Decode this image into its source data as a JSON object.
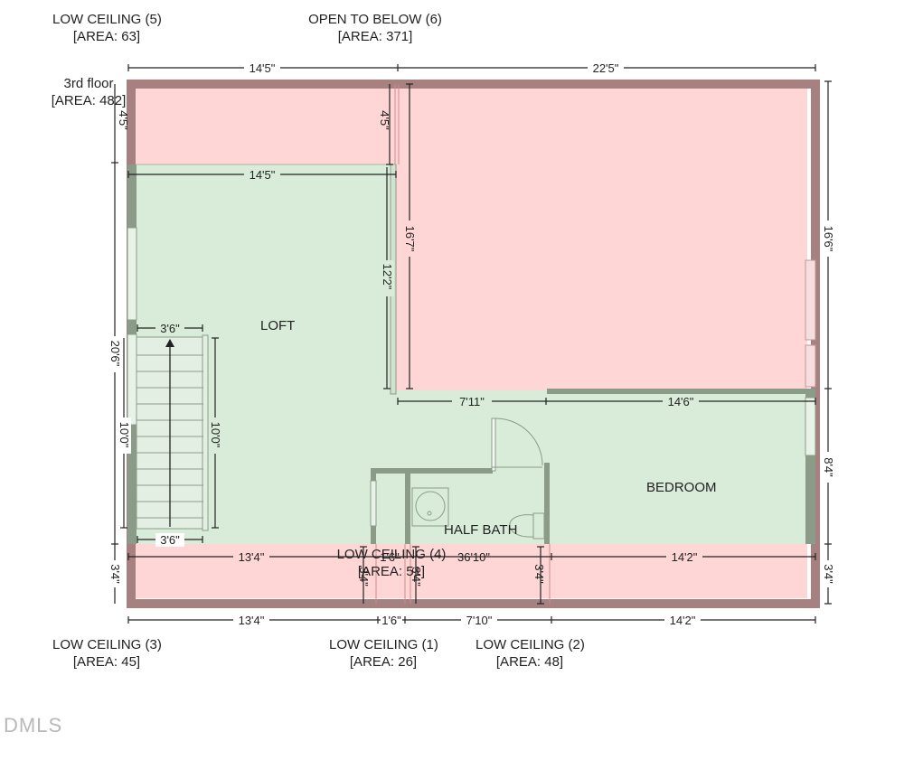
{
  "labels": {
    "low_ceiling_5": {
      "title": "LOW CEILING (5)",
      "area": "[AREA: 63]"
    },
    "open_below": {
      "title": "OPEN TO BELOW (6)",
      "area": "[AREA: 371]"
    },
    "third_floor": {
      "title": "3rd floor",
      "area": "[AREA: 482]"
    },
    "low_ceiling_3": {
      "title": "LOW CEILING (3)",
      "area": "[AREA: 45]"
    },
    "low_ceiling_1": {
      "title": "LOW CEILING (1)",
      "area": "[AREA: 26]"
    },
    "low_ceiling_2": {
      "title": "LOW CEILING (2)",
      "area": "[AREA: 48]"
    },
    "low_ceiling_4": {
      "title": "LOW CEILING (4)",
      "area": "[AREA: 51]"
    }
  },
  "rooms": {
    "loft": "LOFT",
    "bedroom": "BEDROOM",
    "half_bath": "HALF BATH"
  },
  "dimensions": {
    "top_left": "14'5\"",
    "top_right": "22'5\"",
    "loft_width": "14'5\"",
    "left_low_ceiling_height": "4'5\"",
    "inner_low_ceiling_height": "4'5\"",
    "open_below_height": "16'7\"",
    "right_upper_height": "16'6\"",
    "loft_inner_height": "12'2\"",
    "left_main_height": "20'6\"",
    "stair_top_width": "3'6\"",
    "stair_bottom_width": "3'6\"",
    "stair_left_height": "10'0\"",
    "stair_right_height": "10'0\"",
    "hall_width": "7'11\"",
    "bedroom_width": "14'6\"",
    "right_bedroom_height": "8'4\"",
    "inner_bottom_left": "13'4\"",
    "inner_bottom_mid_small": "1'6\"",
    "inner_bottom_mid": "36'10\"",
    "inner_bottom_right": "14'2\"",
    "left_bottom_height": "3'4\"",
    "right_bottom_height": "3'4\"",
    "mid_bottom_height_a": "3'4\"",
    "mid_bottom_height_b": "3'4\"",
    "mid_bottom_height_c": "3'4\"",
    "bottom_1": "13'4\"",
    "bottom_2": "1'6\"",
    "bottom_3": "7'10\"",
    "bottom_4": "14'2\""
  },
  "watermark": "DMLS",
  "colors": {
    "wall": "#a78080",
    "wall_green": "#8a9c88",
    "low_ceiling_fill": "#ffd6d6",
    "room_fill": "#d9ecd9"
  }
}
